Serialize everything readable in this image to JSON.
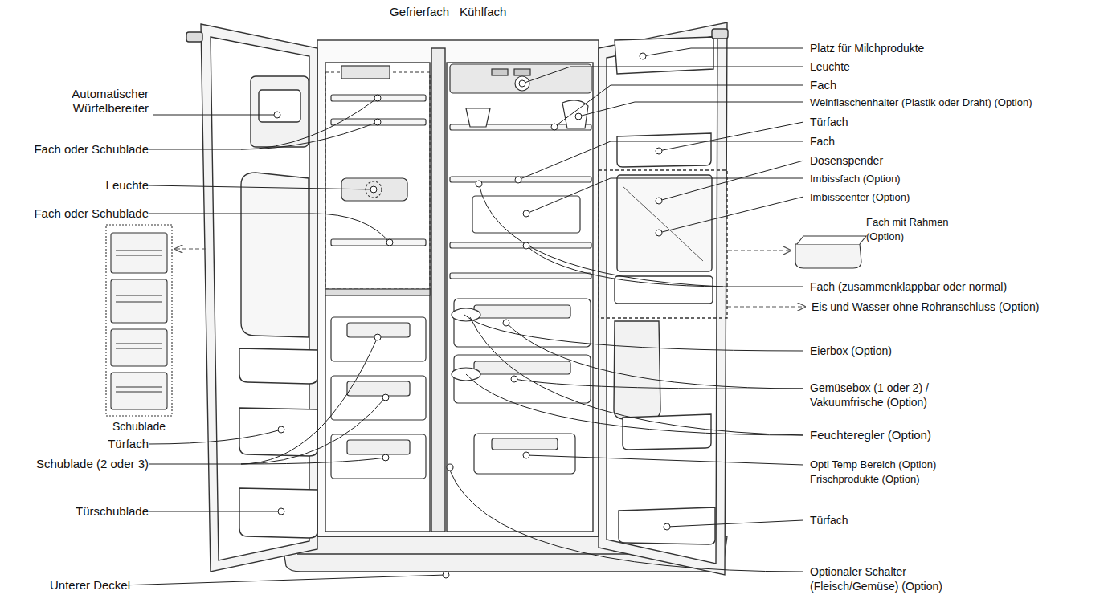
{
  "diagram": {
    "labels": [
      "Gefrierfach",
      "Kühlfach",
      "Automatischer Würfelbereiter",
      "Fach oder Schublade",
      "Leuchte",
      "Fach oder Schublade",
      "Schublade",
      "Türfach",
      "Schublade (2 oder 3)",
      "Türschublade",
      "Unterer Deckel",
      "Platz für Milchprodukte",
      "Leuchte",
      "Fach",
      "Weinflaschenhalter (Plastik oder Draht) (Option)",
      "Türfach",
      "Fach",
      "Dosenspender",
      "Imbissfach (Option)",
      "Imbisscenter (Option)",
      "Fach mit Rahmen (Option)",
      "Fach (zusammenklappbar oder normal)",
      "Eis und Wasser ohne Rohranschluss (Option)",
      "Eierbox (Option)",
      "Gemüsebox (1 oder 2) / Vakuumfrische (Option)",
      "Feuchteregler (Option)",
      "Opti Temp Bereich (Option)",
      "Frischprodukte (Option)",
      "Türfach",
      "Optionaler Schalter (Fleisch/Gemüse) (Option)"
    ]
  }
}
